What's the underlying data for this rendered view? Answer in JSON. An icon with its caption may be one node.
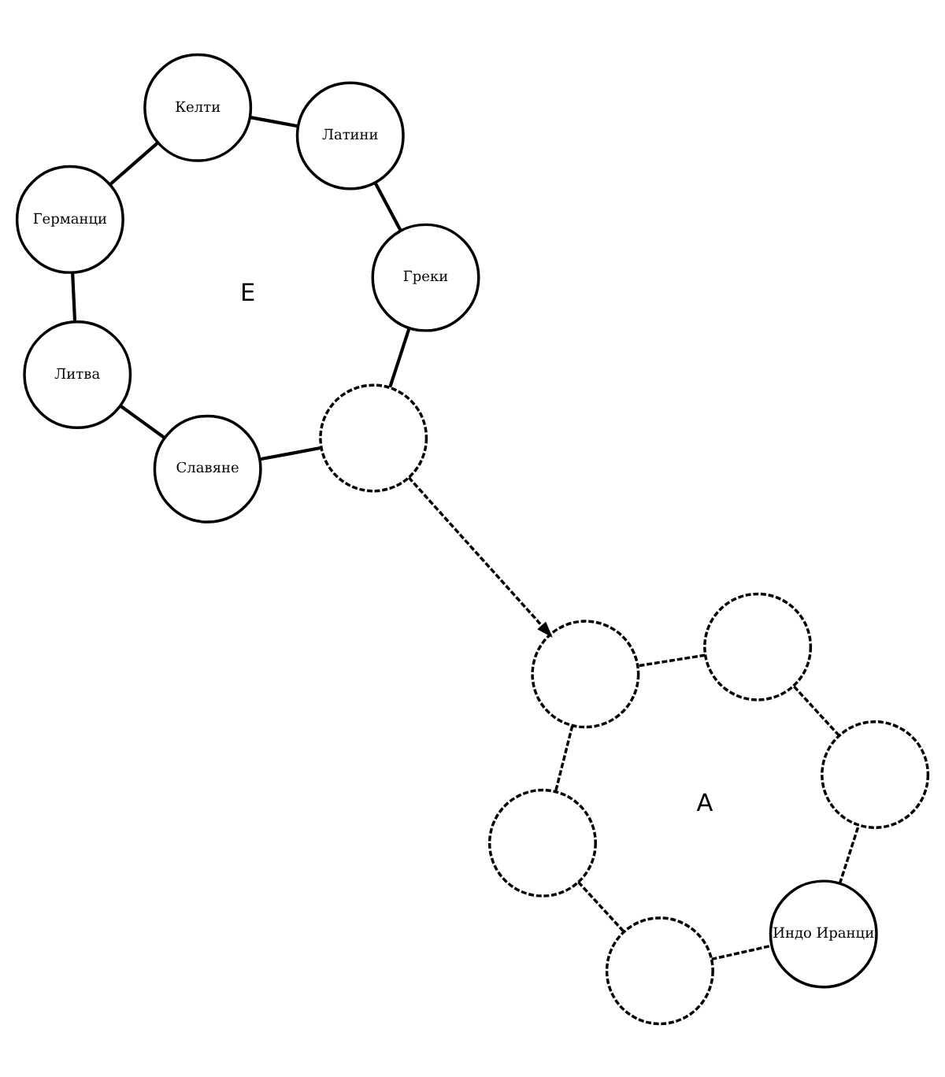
{
  "diagram": {
    "nodes": [
      {
        "text": [
          "Германци"
        ]
      },
      {
        "text": [
          "Литва"
        ]
      },
      {
        "text": [
          "Славяне"
        ]
      },
      {
        "text": [],
        "shape": "circle"
      },
      {
        "text": [
          "Греки"
        ]
      },
      {
        "text": [
          "Латини"
        ]
      },
      {
        "text": [
          "Келти"
        ]
      },
      {
        "text": [],
        "shape": "circle"
      },
      {
        "text": [],
        "shape": "circle"
      },
      {
        "text": [],
        "shape": "circle"
      },
      {
        "text": [
          "Индо Иранци"
        ]
      },
      {
        "text": [],
        "shape": "circle"
      },
      {
        "text": [],
        "shape": "circle"
      }
    ],
    "edges": [
      {
        "from": 0,
        "to": 1,
        "arrow": "none"
      },
      {
        "from": 1,
        "to": 2,
        "arrow": "none"
      },
      {
        "from": 2,
        "to": 3,
        "arrow": "none"
      },
      {
        "from": 3,
        "to": 4,
        "arrow": "none"
      },
      {
        "from": 4,
        "to": 5,
        "arrow": "none"
      },
      {
        "from": 5,
        "to": 6,
        "arrow": "none"
      },
      {
        "from": 6,
        "to": 0,
        "arrow": "none"
      },
      {
        "from": 3,
        "to": 7,
        "arrow": "to",
        "style": "dashed"
      },
      {
        "from": 7,
        "to": 8,
        "arrow": "none",
        "style": "dashed"
      },
      {
        "from": 8,
        "to": 9,
        "arrow": "none",
        "style": "dashed"
      },
      {
        "from": 9,
        "to": 10,
        "arrow": "none",
        "style": "dashed"
      },
      {
        "from": 10,
        "to": 11,
        "arrow": "none",
        "style": "dashed"
      },
      {
        "from": 11,
        "to": 12,
        "arrow": "none",
        "style": "dashed"
      },
      {
        "from": 12,
        "to": 7,
        "arrow": "none",
        "style": "dashed"
      }
    ],
    "labels": [
      "E",
      "A"
    ]
  }
}
